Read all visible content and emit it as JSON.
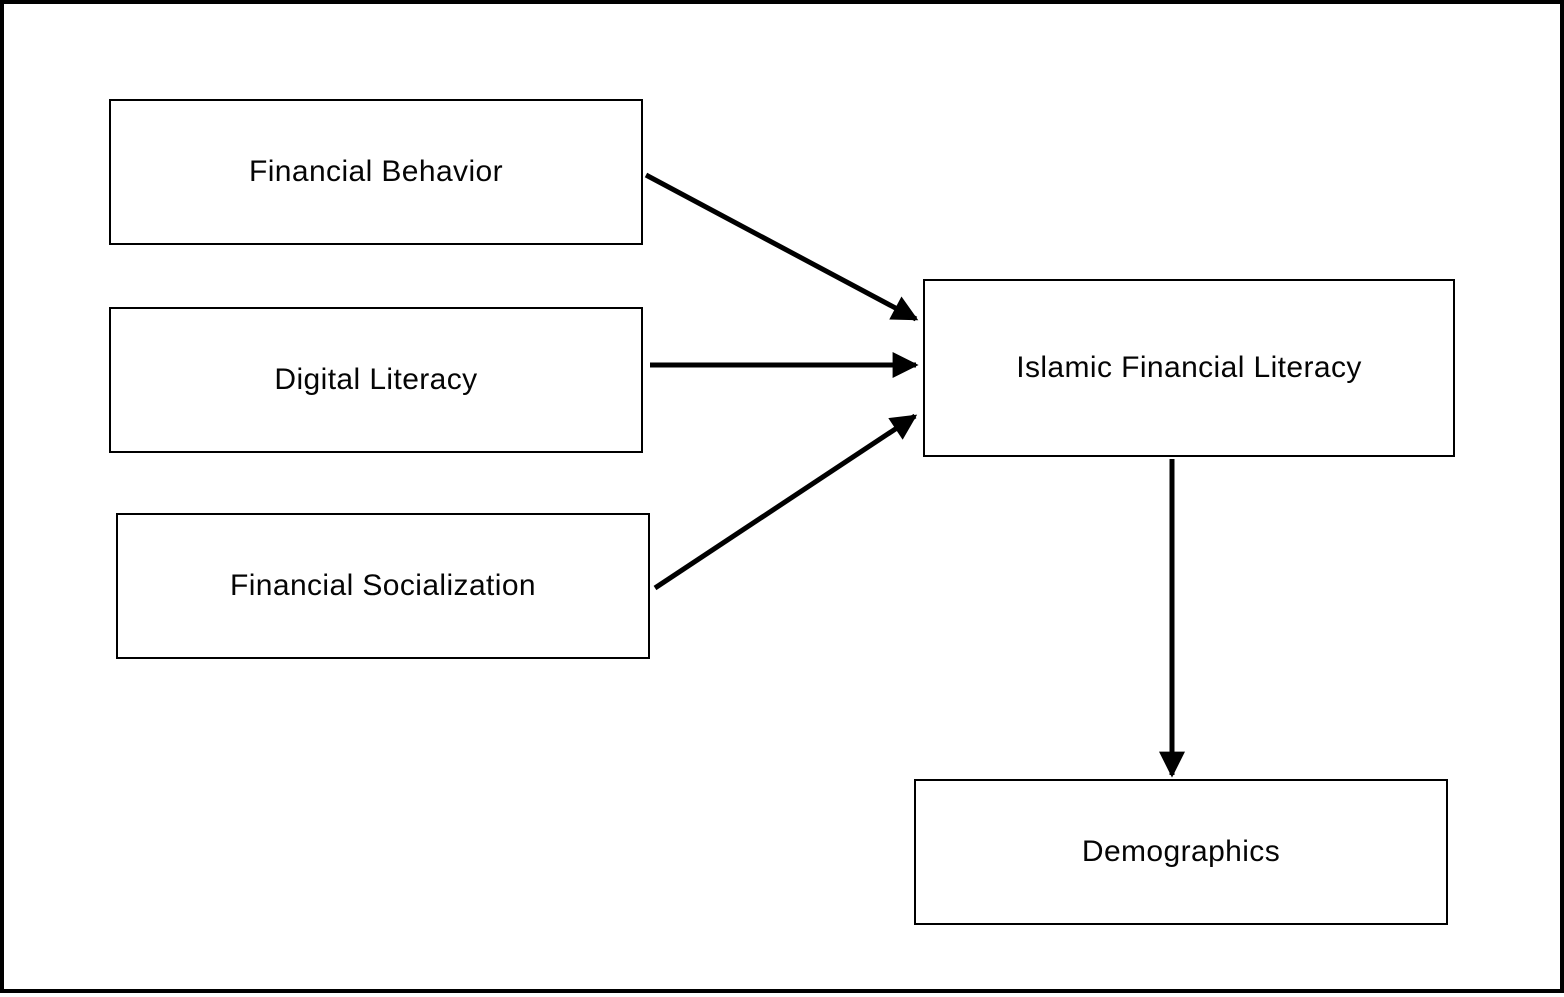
{
  "diagram": {
    "type": "conceptual-framework-flowchart",
    "background_color": "#ffffff",
    "border_color": "#000000",
    "arrow_color": "#000000",
    "text_color": "#000000",
    "nodes": [
      {
        "id": "financial-behavior",
        "label": "Financial Behavior"
      },
      {
        "id": "digital-literacy",
        "label": "Digital Literacy"
      },
      {
        "id": "financial-socialization",
        "label": "Financial Socialization"
      },
      {
        "id": "islamic-financial-literacy",
        "label": "Islamic Financial Literacy"
      },
      {
        "id": "demographics",
        "label": "Demographics"
      }
    ],
    "edges": [
      {
        "from": "Financial Behavior",
        "to": "Islamic Financial Literacy",
        "direction": "diagonal-down-right"
      },
      {
        "from": "Digital Literacy",
        "to": "Islamic Financial Literacy",
        "direction": "horizontal-right"
      },
      {
        "from": "Financial Socialization",
        "to": "Islamic Financial Literacy",
        "direction": "diagonal-up-right"
      },
      {
        "from": "Islamic Financial Literacy",
        "to": "Demographics",
        "direction": "vertical-down"
      }
    ]
  }
}
